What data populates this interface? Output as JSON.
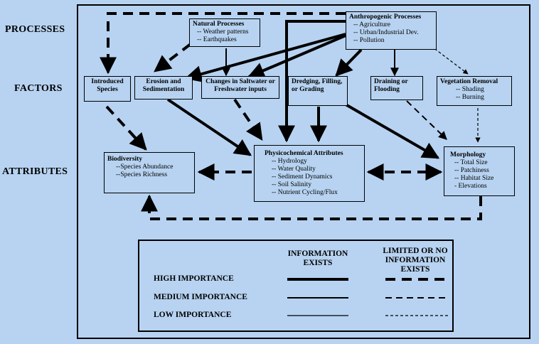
{
  "row_labels": {
    "processes": "PROCESSES",
    "factors": "FACTORS",
    "attributes": "ATTRIBUTES"
  },
  "boxes": {
    "natural": {
      "title": "Natural Processes",
      "items": [
        "-- Weather patterns",
        "-- Earthquakes"
      ]
    },
    "anthro": {
      "title": "Anthropogenic Processes",
      "items": [
        "-- Agriculture",
        "-- Urban/Industrial Dev.",
        "-- Pollution"
      ]
    },
    "introduced": {
      "title": "Introduced Species"
    },
    "erosion": {
      "title": "Erosion and Sedimentation"
    },
    "saltwater": {
      "title": "Changes in Saltwater or Freshwater inputs"
    },
    "dredging": {
      "title": "Dredging, Filling, or Grading"
    },
    "draining": {
      "title": "Draining or Flooding"
    },
    "vegetation": {
      "title": "Vegetation Removal",
      "items": [
        "-- Shading",
        "-- Burning"
      ]
    },
    "biodiversity": {
      "title": "Biodiversity",
      "items": [
        "--Species Abundance",
        "--Species Richness"
      ]
    },
    "physico": {
      "title": "Physicochemical Attributes",
      "items": [
        "-- Hydrology",
        "-- Water Quality",
        "-- Sediment Dynamics",
        "-- Soil Salinity",
        "-- Nutrient Cycling/Flux"
      ]
    },
    "morphology": {
      "title": "Morphology",
      "items": [
        "-- Total Size",
        "-- Patchiness",
        "-- Habitat Size",
        "- Elevations"
      ]
    }
  },
  "legend": {
    "col_exists": "INFORMATION EXISTS",
    "col_limited": "LIMITED OR NO INFORMATION EXISTS",
    "high": "HIGH IMPORTANCE",
    "medium": "MEDIUM IMPORTANCE",
    "low": "LOW IMPORTANCE"
  },
  "colors": {
    "background": "#b7d3f1",
    "ink": "#000000"
  }
}
